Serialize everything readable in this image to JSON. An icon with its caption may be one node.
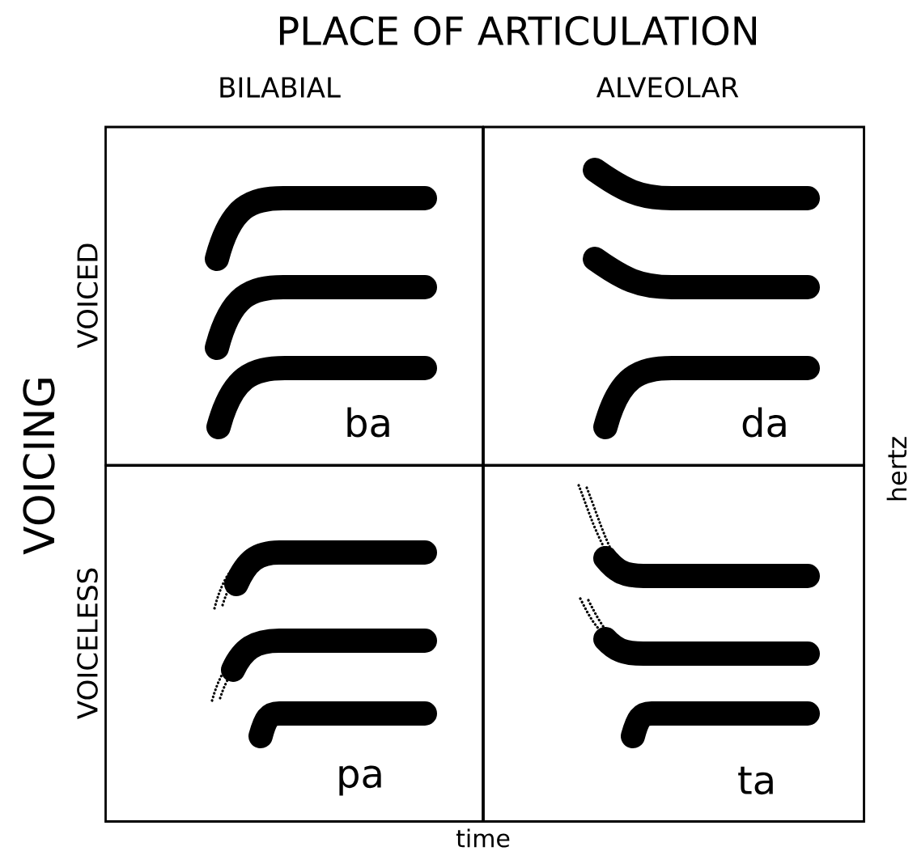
{
  "diagram": {
    "title": "PLACE OF ARTICULATION",
    "nodes": [
      {
        "text": [
          "ba"
        ]
      },
      {
        "text": [
          "da"
        ]
      },
      {
        "text": [
          "pa"
        ]
      },
      {
        "text": [
          "ta"
        ]
      }
    ],
    "labels": [
      "BILABIAL",
      "ALVEOLAR",
      "VOICING",
      "VOICED",
      "VOICELESS",
      "hertz",
      "time"
    ]
  }
}
